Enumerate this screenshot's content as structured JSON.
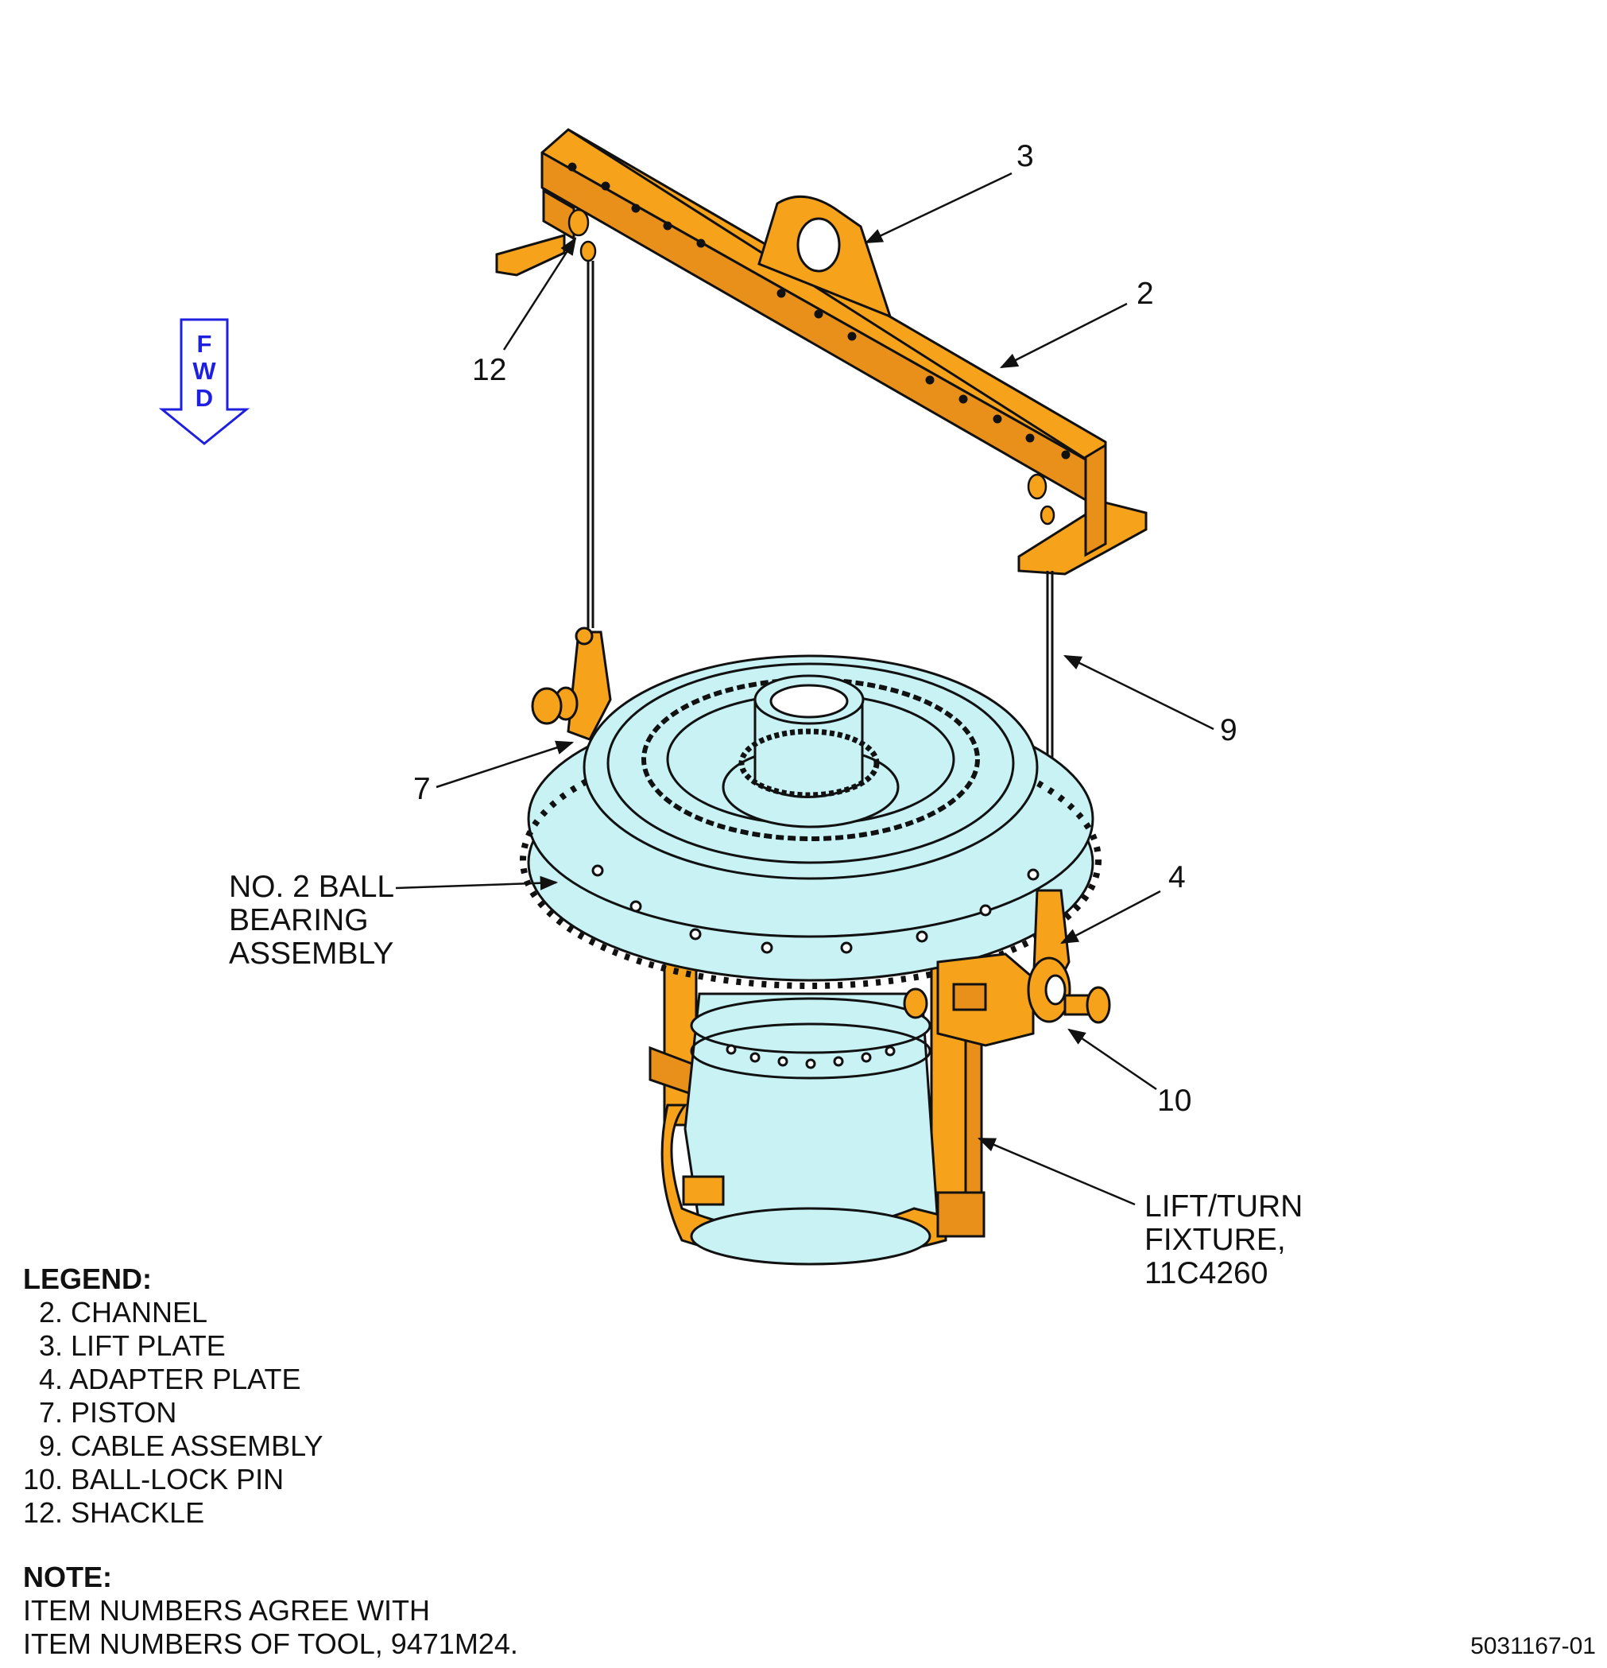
{
  "fwd_letters": [
    "F",
    "W",
    "D"
  ],
  "callouts": {
    "c3": "3",
    "c2": "2",
    "c12": "12",
    "c9": "9",
    "c7": "7",
    "c4": "4",
    "c10": "10"
  },
  "labels": {
    "bearing": "NO. 2 BALL\nBEARING\nASSEMBLY",
    "fixture": "LIFT/TURN\nFIXTURE,\n11C4260"
  },
  "legend": {
    "title": "LEGEND:",
    "items": [
      "  2. CHANNEL",
      "  3. LIFT PLATE",
      "  4. ADAPTER PLATE",
      "  7. PISTON",
      "  9. CABLE ASSEMBLY",
      "10. BALL-LOCK PIN",
      "12. SHACKLE"
    ]
  },
  "note": {
    "title": "NOTE:",
    "lines": [
      "ITEM NUMBERS AGREE WITH",
      "ITEM NUMBERS OF TOOL, 9471M24."
    ]
  },
  "figure_number": "5031167-01",
  "colors": {
    "tool_orange": "#f7a21b",
    "part_cyan": "#c9f2f5",
    "fwd_blue": "#1f1fe0",
    "line": "#111111"
  }
}
